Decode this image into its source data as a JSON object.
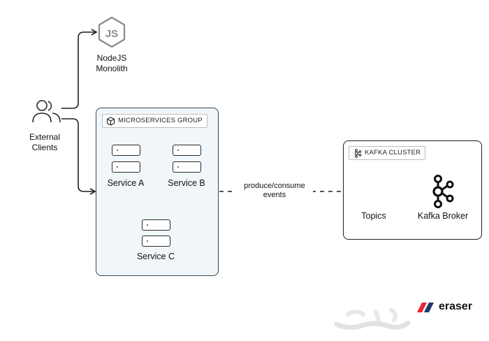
{
  "nodes": {
    "nodejs": {
      "line1": "NodeJS",
      "line2": "Monolith"
    },
    "clients": {
      "line1": "External",
      "line2": "Clients"
    },
    "service_a": "Service A",
    "service_b": "Service B",
    "service_c": "Service C",
    "topics": "Topics",
    "broker": "Kafka Broker"
  },
  "groups": {
    "microservices": "MICROSERVICES GROUP",
    "kafka": "KAFKA CLUSTER"
  },
  "edges": {
    "events_line1": "produce/consume",
    "events_line2": "events"
  },
  "branding": {
    "name": "eraser",
    "accent": "#e8262d",
    "navy": "#1e3a66"
  },
  "colors": {
    "group_fill": "#f1f6fb",
    "stroke": "#1f1f1f"
  },
  "icons": {
    "nodejs": "nodejs-hexagon-icon",
    "clients": "users-icon",
    "micro_group": "cube-icon",
    "kafka_group": "kafka-icon",
    "broker": "kafka-logo-icon"
  }
}
